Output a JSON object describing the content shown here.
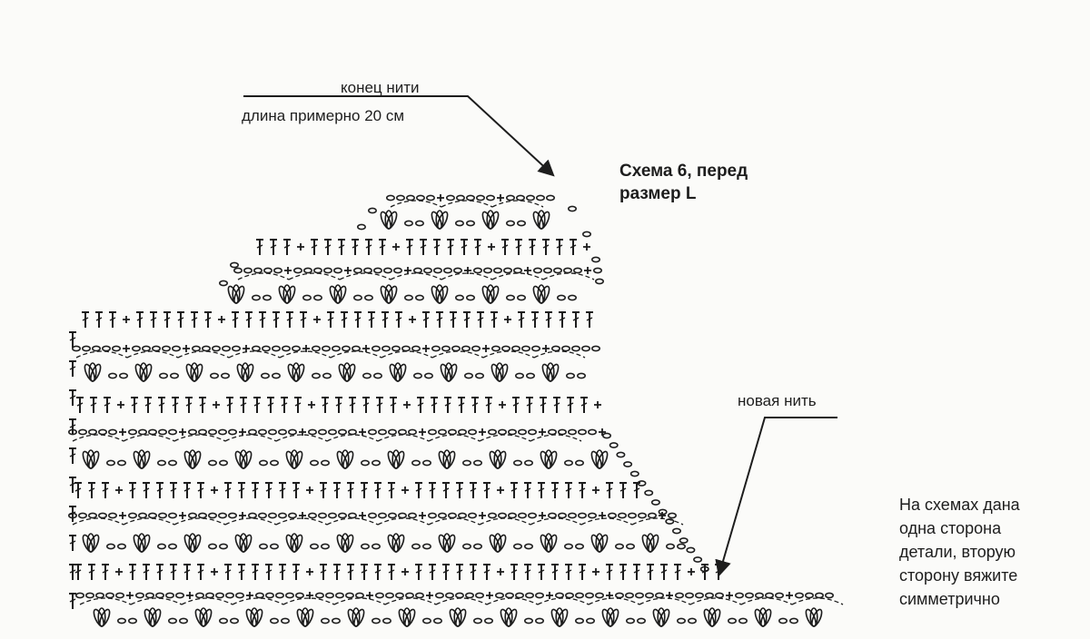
{
  "labels": {
    "thread_end_line1": "конец нити",
    "thread_end_line2": "длина примерно 20 см",
    "title_line1": "Схема 6, перед",
    "title_line2": "размер L",
    "new_thread": "новая нить",
    "note_lines": [
      "На схемах дана",
      "одна сторона",
      "детали, вторую",
      "сторону вяжите",
      "симметрично"
    ]
  },
  "colors": {
    "ink": "#1d1d1d",
    "paper": "#fbfbf9"
  },
  "symbols": [
    "chain-stitch",
    "single-crochet",
    "double-crochet",
    "fan-cluster"
  ]
}
